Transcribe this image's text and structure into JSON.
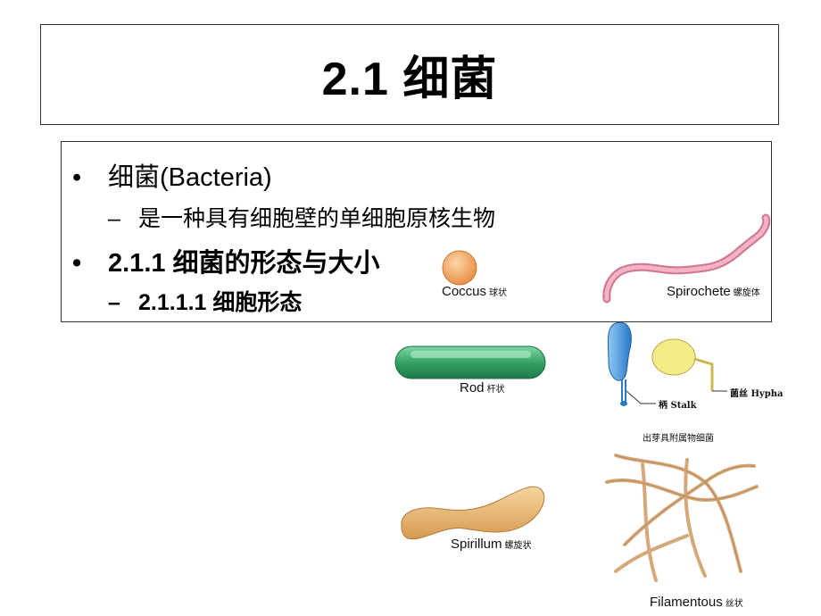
{
  "slide": {
    "title": "2.1  细菌",
    "bullets": [
      {
        "level": 1,
        "text": "细菌(Bacteria)"
      },
      {
        "level": 2,
        "text": "是一种具有细胞壁的单细胞原核生物"
      },
      {
        "level": 1,
        "text": "2.1.1 细菌的形态与大小"
      },
      {
        "level": 2,
        "text": "2.1.1.1 细胞形态"
      }
    ],
    "bullet_symbol": "•",
    "dash_symbol": "–"
  },
  "figure": {
    "coccus": {
      "en": "Coccus",
      "cn": "球状",
      "color": "#f0a860"
    },
    "spirochete": {
      "en": "Spirochete",
      "cn": "螺旋体",
      "color": "#e08aa0"
    },
    "rod": {
      "en": "Rod",
      "cn": "杆状",
      "color": "#3aa870"
    },
    "stalk": {
      "label": "柄 Stalk",
      "color": "#3a8ee0"
    },
    "hypha": {
      "label": "菌丝 Hypha",
      "color": "#f2ea80"
    },
    "appendage_caption": "出芽具附属物细菌",
    "spirillum": {
      "en": "Spirillum",
      "cn": "螺旋状",
      "color": "#e8b870"
    },
    "filamentous": {
      "en": "Filamentous",
      "cn": "丝状",
      "color": "#d0a070"
    }
  }
}
